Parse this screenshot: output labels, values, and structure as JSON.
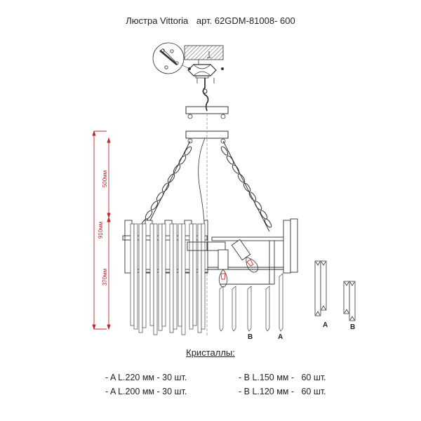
{
  "header": {
    "product": "Люстра Vittoria",
    "article": "арт. 62GDM-81008- 600"
  },
  "dimensions": {
    "total_height": "910мм",
    "chain_height": "500мм",
    "body_height": "370мм",
    "color": "#c0282d"
  },
  "tags": {
    "crystal_a": "A",
    "crystal_b": "B"
  },
  "crystals": {
    "title": "Кристаллы:",
    "items": [
      {
        "text": "- A L.220 мм - 30 шт."
      },
      {
        "text": "- A L.200 мм - 30 шт."
      },
      {
        "text": "- B L.150 мм -   60 шт."
      },
      {
        "text": "- B L.120 мм -   60 шт."
      }
    ]
  },
  "colors": {
    "line": "#333333",
    "bulb": "#d42a2a",
    "dimension": "#c0282d"
  }
}
